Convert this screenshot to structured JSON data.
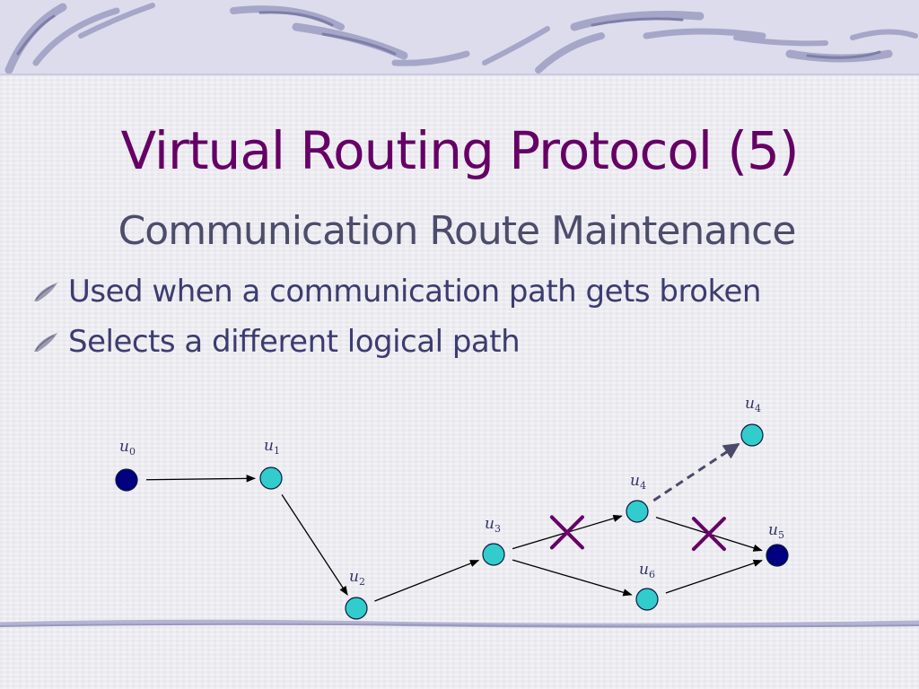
{
  "slide": {
    "title": "Virtual Routing Protocol (5)",
    "subtitle": "Communication Route Maintenance",
    "bullets": [
      "Used when a communication path gets broken",
      "Selects a different logical path"
    ]
  },
  "diagram": {
    "nodes": [
      {
        "id": "u0",
        "name": "u",
        "sub": "0",
        "kind": "endpoint"
      },
      {
        "id": "u1",
        "name": "u",
        "sub": "1",
        "kind": "relay"
      },
      {
        "id": "u2",
        "name": "u",
        "sub": "2",
        "kind": "relay"
      },
      {
        "id": "u3",
        "name": "u",
        "sub": "3",
        "kind": "relay"
      },
      {
        "id": "u4a",
        "name": "u",
        "sub": "4",
        "kind": "relay"
      },
      {
        "id": "u4b",
        "name": "u",
        "sub": "4",
        "kind": "relay"
      },
      {
        "id": "u5",
        "name": "u",
        "sub": "5",
        "kind": "endpoint"
      },
      {
        "id": "u6",
        "name": "u",
        "sub": "6",
        "kind": "relay"
      }
    ],
    "edges": [
      {
        "from": "u0",
        "to": "u1",
        "style": "solid",
        "broken": false
      },
      {
        "from": "u1",
        "to": "u2",
        "style": "solid",
        "broken": false
      },
      {
        "from": "u2",
        "to": "u3",
        "style": "solid",
        "broken": false
      },
      {
        "from": "u3",
        "to": "u4a",
        "style": "solid",
        "broken": true
      },
      {
        "from": "u4a",
        "to": "u5",
        "style": "solid",
        "broken": true
      },
      {
        "from": "u3",
        "to": "u6",
        "style": "solid",
        "broken": false
      },
      {
        "from": "u6",
        "to": "u5",
        "style": "solid",
        "broken": false
      },
      {
        "from": "u4a",
        "to": "u4b",
        "style": "dashed",
        "broken": false
      }
    ],
    "colors": {
      "endpoint_fill": "#000080",
      "relay_fill": "#33cccc",
      "edge": "#000000",
      "dashed_edge": "#4a4a6a",
      "break_mark": "#660066"
    }
  }
}
